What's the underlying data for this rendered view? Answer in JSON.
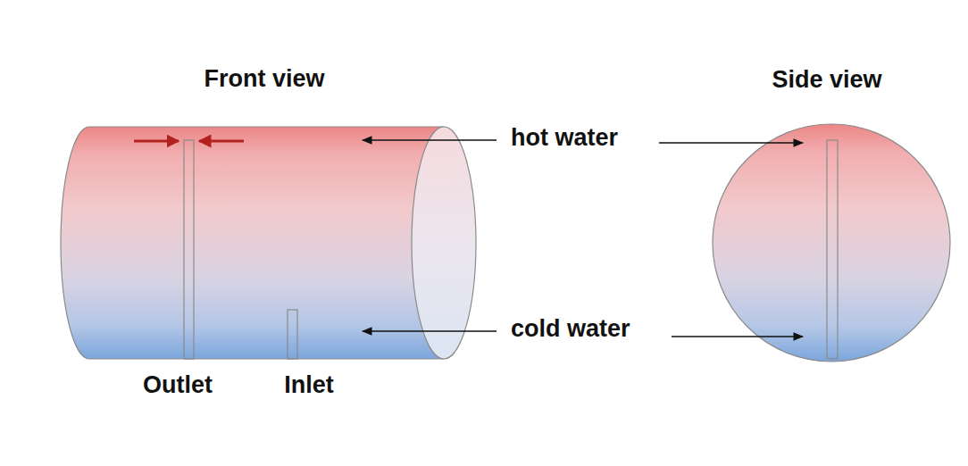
{
  "diagram": {
    "labels": [
      "Front view",
      "Side view",
      "hot water",
      "cold water",
      "Outlet",
      "Inlet"
    ]
  }
}
